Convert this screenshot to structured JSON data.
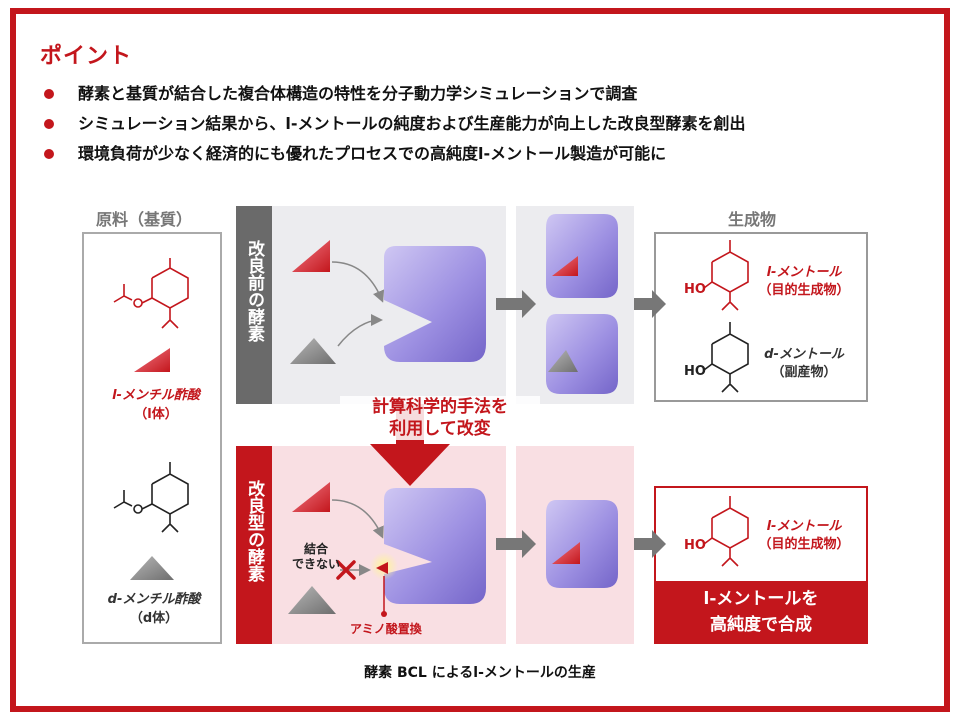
{
  "heading": "ポイント",
  "points": [
    "酵素と基質が結合した複合体構造の特性を分子動力学シミュレーションで調査",
    "シミュレーション結果から、l-メントールの純度および生産能力が向上した改良型酵素を創出",
    "環境負荷が少なく経済的にも優れたプロセスでの高純度l-メントール製造が可能に"
  ],
  "labels": {
    "raw_material": "原料（基質）",
    "product": "生成物",
    "l_acetate_line1": "l-メンチル酢酸",
    "l_acetate_line2": "（l体）",
    "d_acetate_line1": "d-メンチル酢酸",
    "d_acetate_line2": "（d体）",
    "before_enzyme": "改良前の酵素",
    "after_enzyme": "改良型の酵素",
    "method_line1": "計算科学的手法を",
    "method_line2": "利用して改変",
    "no_bind_line1": "結合",
    "no_bind_line2": "できない",
    "amino_acid": "アミノ酸置換",
    "l_menthol": "l-メントール",
    "target_product": "（目的生成物）",
    "d_menthol": "d-メントール",
    "by_product": "（副産物）",
    "ho": "HO",
    "banner_line1": "l-メントールを",
    "banner_line2": "高純度で合成"
  },
  "caption": "酵素 BCL によるl-メントールの生産",
  "colors": {
    "accent": "#c3161c",
    "enzyme": "#9c8fe0",
    "gray_panel": "#ececef",
    "pink_panel": "#f9dfe3"
  }
}
